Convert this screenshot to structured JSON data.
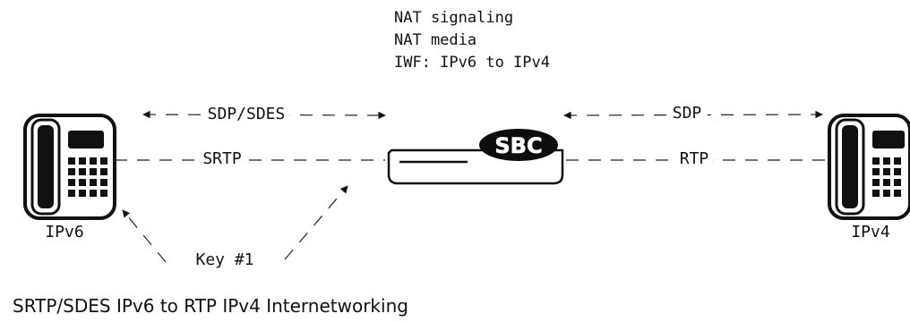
{
  "sbc_notes": [
    "NAT signaling",
    "NAT media",
    "IWF: IPv6 to IPv4"
  ],
  "sbc": {
    "label": "SBC"
  },
  "left_phone": {
    "label": "IPv6"
  },
  "right_phone": {
    "label": "IPv4"
  },
  "links": {
    "left_signaling": "SDP/SDES",
    "left_media": "SRTP",
    "right_signaling": "SDP",
    "right_media": "RTP",
    "key_exchange": "Key #1"
  },
  "caption": "SRTP/SDES IPv6 to RTP IPv4 Internetworking"
}
